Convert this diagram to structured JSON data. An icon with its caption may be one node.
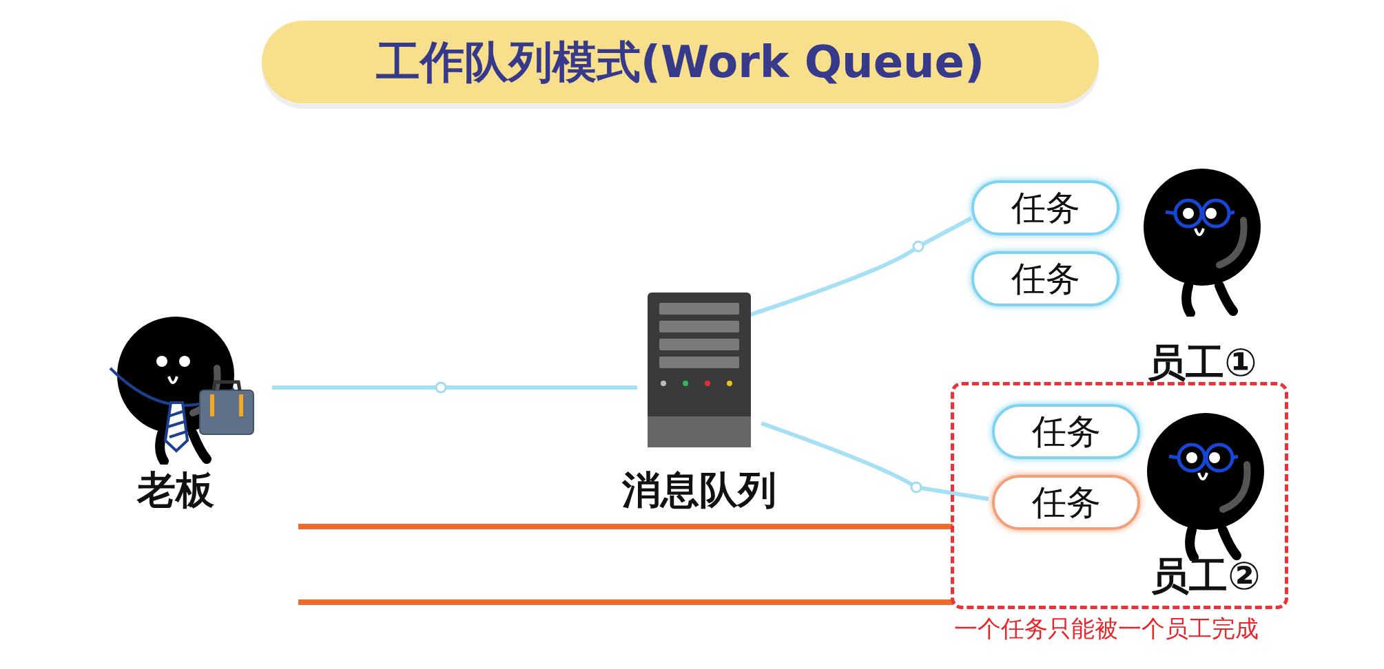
{
  "diagram": {
    "title": "工作队列模式(Work Queue)",
    "nodes": [
      {
        "text": [
          "老板"
        ]
      },
      {
        "text": [
          "消息队列"
        ]
      },
      {
        "text": [
          "员工①"
        ]
      },
      {
        "text": [
          "任务"
        ]
      },
      {
        "text": [
          "任务"
        ]
      },
      {
        "text": [],
        "shape": "box",
        "beside": [
          "一个任务只能被一个员工完成"
        ]
      },
      {
        "text": [
          "员工②"
        ],
        "in": 5
      },
      {
        "text": [
          "任务"
        ],
        "in": 5
      },
      {
        "text": [
          "任务"
        ],
        "in": 5
      }
    ],
    "edges": [
      {
        "from": 0,
        "to": 1,
        "arrow": "none"
      },
      {
        "from": 1,
        "to": 3,
        "arrow": "none"
      },
      {
        "from": 1,
        "to": 8,
        "arrow": "none"
      }
    ]
  }
}
